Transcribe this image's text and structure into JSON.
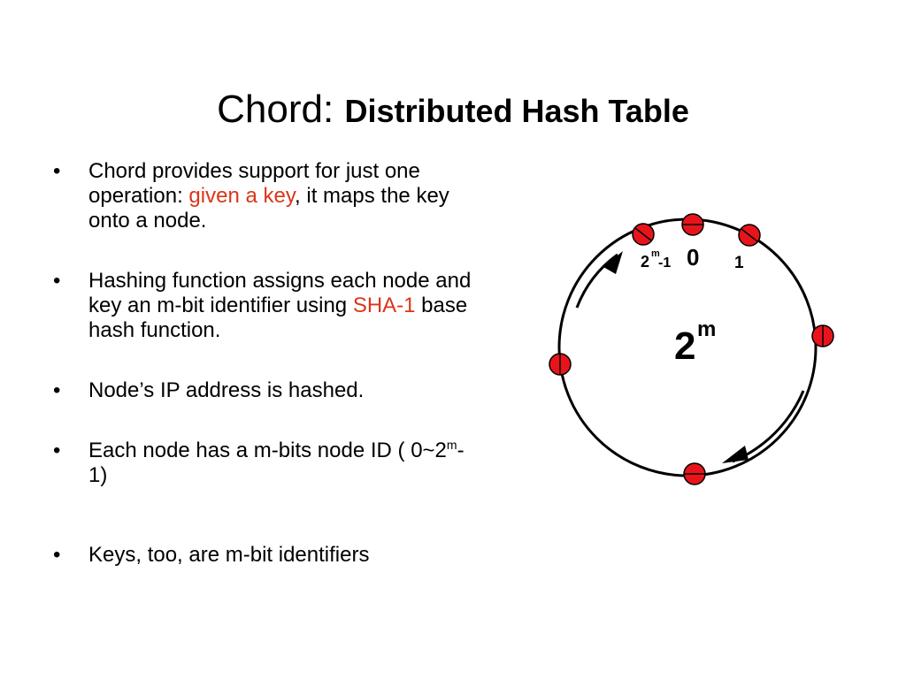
{
  "title": {
    "main": "Chord:",
    "bold": "Distributed Hash Table"
  },
  "bullets": [
    {
      "pre": "Chord provides support for just one operation: ",
      "highlight": "given a key",
      "post": ", it maps the key onto a node."
    },
    {
      "pre": "Hashing function assigns each node and key an m-bit identifier using ",
      "highlight": "SHA-1",
      "post": " base hash function."
    },
    {
      "text": "Node’s IP address is hashed."
    },
    {
      "pre": "Each node has a m-bits node ID ( 0~2",
      "sup": "m",
      "post": "-1)"
    },
    {
      "text": "Keys, too, are m-bit identifiers"
    }
  ],
  "bullet_symbol": "•",
  "diagram": {
    "label_left_base": "2",
    "label_left_sup": "m",
    "label_left_suffix": "-1",
    "label_zero": "0",
    "label_one": "1",
    "center_base": "2",
    "center_sup": "m",
    "node_color": "#e8141b",
    "ring_color": "#000000"
  },
  "colors": {
    "highlight": "#d9361a",
    "text": "#000000",
    "background": "#ffffff"
  }
}
